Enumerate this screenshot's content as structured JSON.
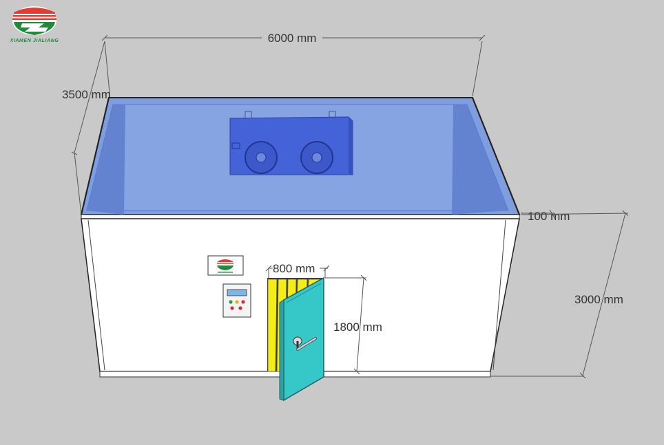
{
  "brand": {
    "name": "XIAMEN JIALIANG",
    "colors": {
      "red": "#e53b30",
      "green": "#1f8a3a",
      "white": "#ffffff"
    }
  },
  "dimensions": {
    "length": "6000 mm",
    "width": "3500 mm",
    "wall_thickness": "100 mm",
    "height": "3000 mm",
    "door_width": "800 mm",
    "door_height": "1800 mm"
  },
  "colors": {
    "background": "#c9c9c9",
    "roof_panel": "#7f9ee0",
    "evaporator": "#4563d9",
    "walls": "#ffffff",
    "door": "#36c7c9",
    "door_strip_curtain": "#f5ee16"
  },
  "icons": {
    "evaporator": "evaporator-unit-icon",
    "controller": "temperature-controller-icon",
    "door_handle": "door-handle-icon",
    "logo": "jialiang-logo-icon"
  }
}
